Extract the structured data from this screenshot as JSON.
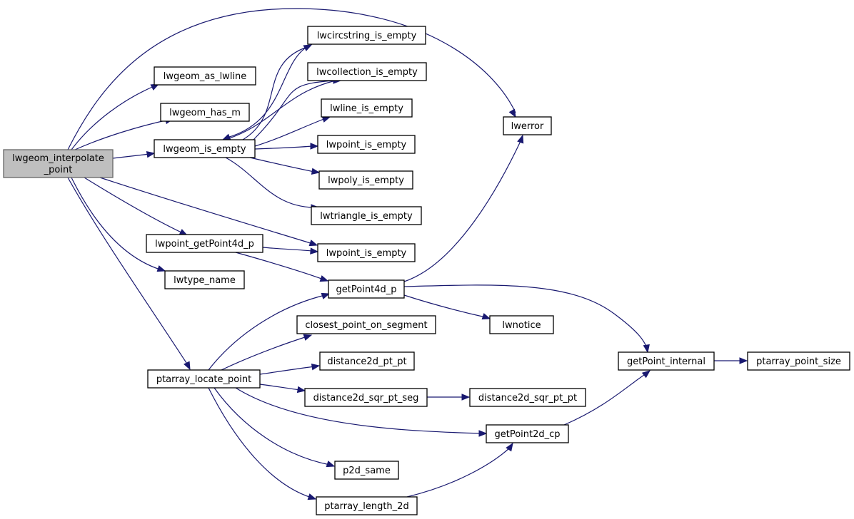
{
  "diagram": {
    "nodes": [
      {
        "id": "root",
        "lines": [
          "lwgeom_interpolate",
          "_point"
        ]
      },
      {
        "id": "lwgeom_as_lwline",
        "lines": [
          "lwgeom_as_lwline"
        ]
      },
      {
        "id": "lwgeom_has_m",
        "lines": [
          "lwgeom_has_m"
        ]
      },
      {
        "id": "lwgeom_is_empty",
        "lines": [
          "lwgeom_is_empty"
        ]
      },
      {
        "id": "lwcircstring_is_empty",
        "lines": [
          "lwcircstring_is_empty"
        ]
      },
      {
        "id": "lwcollection_is_empty",
        "lines": [
          "lwcollection_is_empty"
        ]
      },
      {
        "id": "lwline_is_empty",
        "lines": [
          "lwline_is_empty"
        ]
      },
      {
        "id": "lwpoint_is_empty_a",
        "lines": [
          "lwpoint_is_empty"
        ]
      },
      {
        "id": "lwpoly_is_empty",
        "lines": [
          "lwpoly_is_empty"
        ]
      },
      {
        "id": "lwtriangle_is_empty",
        "lines": [
          "lwtriangle_is_empty"
        ]
      },
      {
        "id": "lwerror",
        "lines": [
          "lwerror"
        ]
      },
      {
        "id": "lwpoint_getPoint4d_p",
        "lines": [
          "lwpoint_getPoint4d_p"
        ]
      },
      {
        "id": "lwpoint_is_empty_b",
        "lines": [
          "lwpoint_is_empty"
        ]
      },
      {
        "id": "lwtype_name",
        "lines": [
          "lwtype_name"
        ]
      },
      {
        "id": "getPoint4d_p",
        "lines": [
          "getPoint4d_p"
        ]
      },
      {
        "id": "lwnotice",
        "lines": [
          "lwnotice"
        ]
      },
      {
        "id": "closest_point_on_segment",
        "lines": [
          "closest_point_on_segment"
        ]
      },
      {
        "id": "distance2d_pt_pt",
        "lines": [
          "distance2d_pt_pt"
        ]
      },
      {
        "id": "ptarray_locate_point",
        "lines": [
          "ptarray_locate_point"
        ]
      },
      {
        "id": "distance2d_sqr_pt_seg",
        "lines": [
          "distance2d_sqr_pt_seg"
        ]
      },
      {
        "id": "distance2d_sqr_pt_pt",
        "lines": [
          "distance2d_sqr_pt_pt"
        ]
      },
      {
        "id": "getPoint_internal",
        "lines": [
          "getPoint_internal"
        ]
      },
      {
        "id": "ptarray_point_size",
        "lines": [
          "ptarray_point_size"
        ]
      },
      {
        "id": "getPoint2d_cp",
        "lines": [
          "getPoint2d_cp"
        ]
      },
      {
        "id": "p2d_same",
        "lines": [
          "p2d_same"
        ]
      },
      {
        "id": "ptarray_length_2d",
        "lines": [
          "ptarray_length_2d"
        ]
      }
    ],
    "edges": [
      [
        "root",
        "lwerror"
      ],
      [
        "root",
        "lwgeom_as_lwline"
      ],
      [
        "root",
        "lwgeom_has_m"
      ],
      [
        "root",
        "lwgeom_is_empty"
      ],
      [
        "root",
        "lwpoint_getPoint4d_p"
      ],
      [
        "root",
        "lwpoint_is_empty_b"
      ],
      [
        "root",
        "lwtype_name"
      ],
      [
        "root",
        "ptarray_locate_point"
      ],
      [
        "lwgeom_is_empty",
        "lwcircstring_is_empty"
      ],
      [
        "lwgeom_is_empty",
        "lwcollection_is_empty"
      ],
      [
        "lwgeom_is_empty",
        "lwline_is_empty"
      ],
      [
        "lwgeom_is_empty",
        "lwpoint_is_empty_a"
      ],
      [
        "lwgeom_is_empty",
        "lwpoly_is_empty"
      ],
      [
        "lwgeom_is_empty",
        "lwtriangle_is_empty"
      ],
      [
        "lwcircstring_is_empty",
        "lwgeom_is_empty"
      ],
      [
        "lwcollection_is_empty",
        "lwgeom_is_empty"
      ],
      [
        "lwpoint_getPoint4d_p",
        "lwpoint_is_empty_b"
      ],
      [
        "lwpoint_getPoint4d_p",
        "getPoint4d_p"
      ],
      [
        "getPoint4d_p",
        "lwerror"
      ],
      [
        "getPoint4d_p",
        "lwnotice"
      ],
      [
        "getPoint4d_p",
        "getPoint_internal"
      ],
      [
        "ptarray_locate_point",
        "getPoint4d_p"
      ],
      [
        "ptarray_locate_point",
        "closest_point_on_segment"
      ],
      [
        "ptarray_locate_point",
        "distance2d_pt_pt"
      ],
      [
        "ptarray_locate_point",
        "distance2d_sqr_pt_seg"
      ],
      [
        "ptarray_locate_point",
        "getPoint2d_cp"
      ],
      [
        "ptarray_locate_point",
        "p2d_same"
      ],
      [
        "ptarray_locate_point",
        "ptarray_length_2d"
      ],
      [
        "distance2d_sqr_pt_seg",
        "distance2d_sqr_pt_pt"
      ],
      [
        "getPoint_internal",
        "ptarray_point_size"
      ],
      [
        "getPoint2d_cp",
        "getPoint_internal"
      ],
      [
        "ptarray_length_2d",
        "getPoint2d_cp"
      ]
    ]
  }
}
